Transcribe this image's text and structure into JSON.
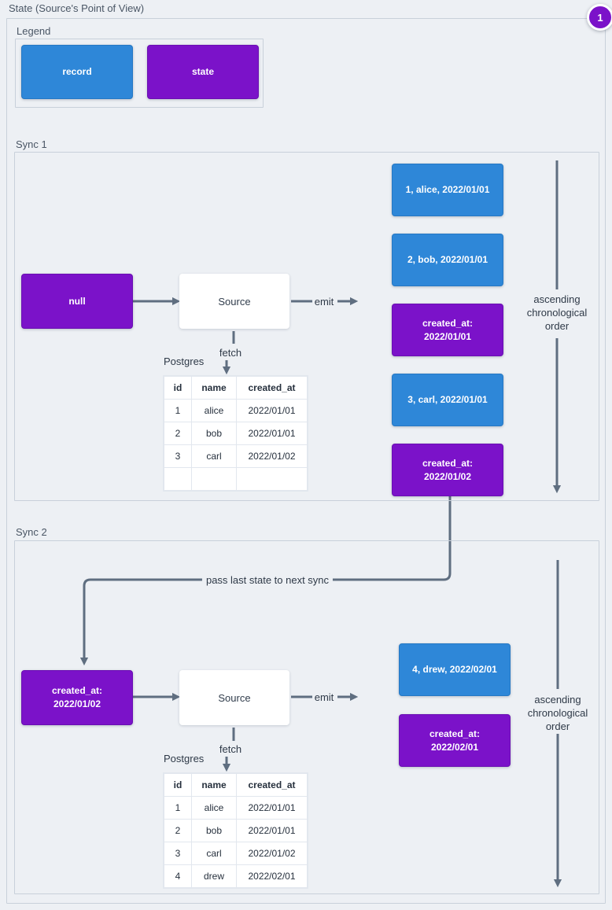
{
  "page": {
    "title": "State (Source's Point of View)",
    "annotation_badge": "1"
  },
  "colors": {
    "record": "#2e87d8",
    "state": "#7b12c9",
    "arrow": "#5f6e80",
    "background": "#edf0f4",
    "panel_border": "#c8d0da"
  },
  "legend": {
    "title": "Legend",
    "items": [
      {
        "type": "record",
        "lines": [
          "record"
        ]
      },
      {
        "type": "state",
        "lines": [
          "state"
        ]
      }
    ]
  },
  "sync1": {
    "title": "Sync 1",
    "input": [
      {
        "type": "state",
        "lines": [
          "null"
        ]
      }
    ],
    "source_label": "Source",
    "fetch_label": "fetch",
    "emit_label": "emit",
    "db_label": "Postgres",
    "table": {
      "headers": [
        "id",
        "name",
        "created_at"
      ],
      "rows": [
        [
          "1",
          "alice",
          "2022/01/01"
        ],
        [
          "2",
          "bob",
          "2022/01/01"
        ],
        [
          "3",
          "carl",
          "2022/01/02"
        ],
        [
          "",
          "",
          ""
        ]
      ]
    },
    "emitted": [
      {
        "type": "record",
        "lines": [
          "1, alice, 2022/01/01"
        ]
      },
      {
        "type": "record",
        "lines": [
          "2, bob, 2022/01/01"
        ]
      },
      {
        "type": "state",
        "lines": [
          "created_at:",
          "2022/01/01"
        ]
      },
      {
        "type": "record",
        "lines": [
          "3, carl, 2022/01/01"
        ]
      },
      {
        "type": "state",
        "lines": [
          "created_at:",
          "2022/01/02"
        ]
      }
    ],
    "order_label": "ascending chronological order"
  },
  "connector": {
    "label": "pass last state to next sync"
  },
  "sync2": {
    "title": "Sync 2",
    "input": [
      {
        "type": "state",
        "lines": [
          "created_at:",
          "2022/01/02"
        ]
      }
    ],
    "source_label": "Source",
    "fetch_label": "fetch",
    "emit_label": "emit",
    "db_label": "Postgres",
    "table": {
      "headers": [
        "id",
        "name",
        "created_at"
      ],
      "rows": [
        [
          "1",
          "alice",
          "2022/01/01"
        ],
        [
          "2",
          "bob",
          "2022/01/01"
        ],
        [
          "3",
          "carl",
          "2022/01/02"
        ],
        [
          "4",
          "drew",
          "2022/02/01"
        ]
      ]
    },
    "emitted": [
      {
        "type": "record",
        "lines": [
          "4, drew, 2022/02/01"
        ]
      },
      {
        "type": "state",
        "lines": [
          "created_at:",
          "2022/02/01"
        ]
      }
    ],
    "order_label": "ascending chronological order"
  }
}
